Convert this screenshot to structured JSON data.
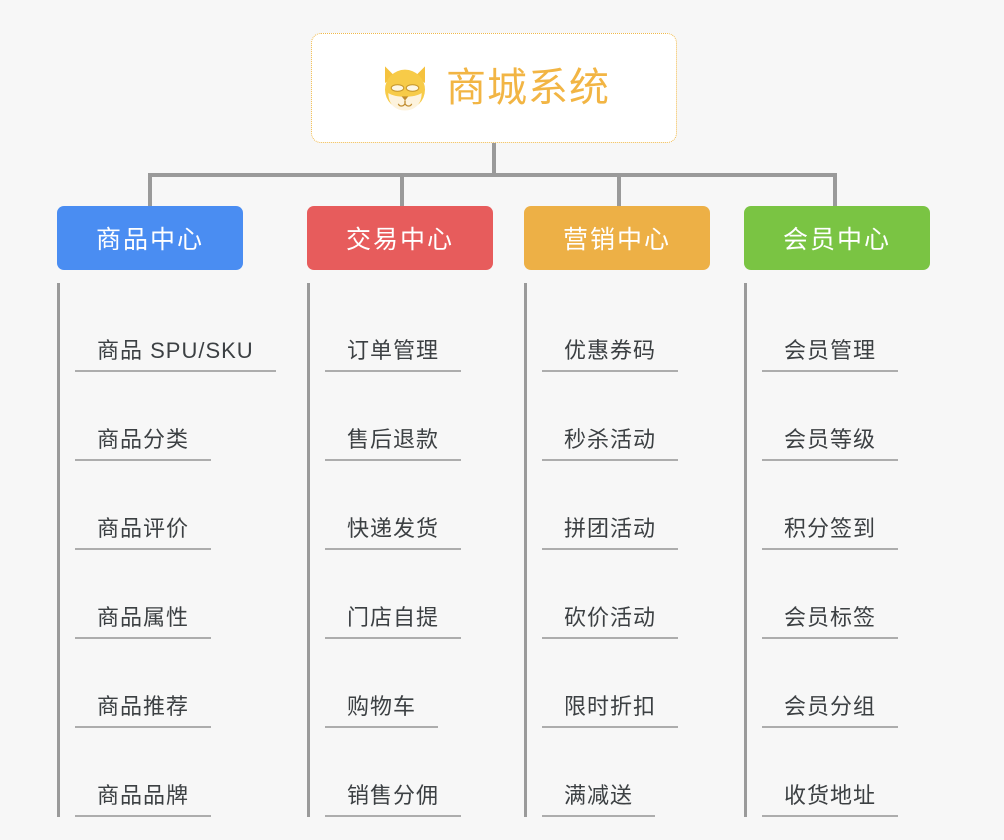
{
  "background_color": "#f7f7f7",
  "root": {
    "title": "商城系统",
    "icon": "shiba-dog-icon",
    "text_color": "#f2b544",
    "border_color": "#f0b94a",
    "background_color": "#ffffff"
  },
  "connector_color": "#9a9a9a",
  "categories": [
    {
      "label": "商品中心",
      "color": "#4a8df2",
      "items": [
        "商品 SPU/SKU",
        "商品分类",
        "商品评价",
        "商品属性",
        "商品推荐",
        "商品品牌"
      ]
    },
    {
      "label": "交易中心",
      "color": "#e75c5c",
      "items": [
        "订单管理",
        "售后退款",
        "快递发货",
        "门店自提",
        "购物车",
        "销售分佣"
      ]
    },
    {
      "label": "营销中心",
      "color": "#edb046",
      "items": [
        "优惠券码",
        "秒杀活动",
        "拼团活动",
        "砍价活动",
        "限时折扣",
        "满减送"
      ]
    },
    {
      "label": "会员中心",
      "color": "#7ac443",
      "items": [
        "会员管理",
        "会员等级",
        "积分签到",
        "会员标签",
        "会员分组",
        "收货地址"
      ]
    }
  ]
}
